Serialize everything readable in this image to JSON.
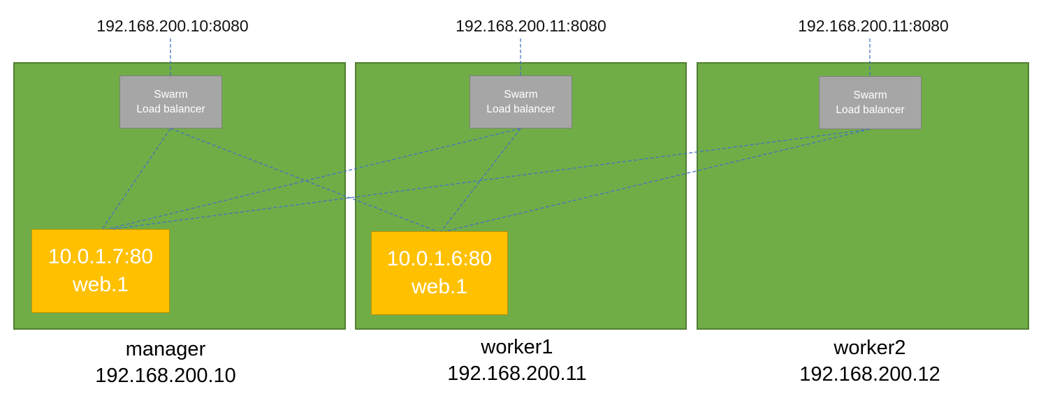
{
  "nodes": [
    {
      "name": "manager",
      "ip": "192.168.200.10",
      "endpoint": "192.168.200.10:8080",
      "load_balancer": [
        "Swarm",
        "Load balancer"
      ],
      "task": {
        "address": "10.0.1.7:80",
        "name": "web.1"
      }
    },
    {
      "name": "worker1",
      "ip": "192.168.200.11",
      "endpoint": "192.168.200.11:8080",
      "load_balancer": [
        "Swarm",
        "Load balancer"
      ],
      "task": {
        "address": "10.0.1.6:80",
        "name": "web.1"
      }
    },
    {
      "name": "worker2",
      "ip": "192.168.200.12",
      "endpoint": "192.168.200.11:8080",
      "load_balancer": [
        "Swarm",
        "Load balancer"
      ],
      "task": null
    }
  ],
  "colors": {
    "node_fill": "#70ad47",
    "load_balancer_fill": "#a6a6a6",
    "task_fill": "#ffc000",
    "link_stroke": "#4472c4"
  }
}
